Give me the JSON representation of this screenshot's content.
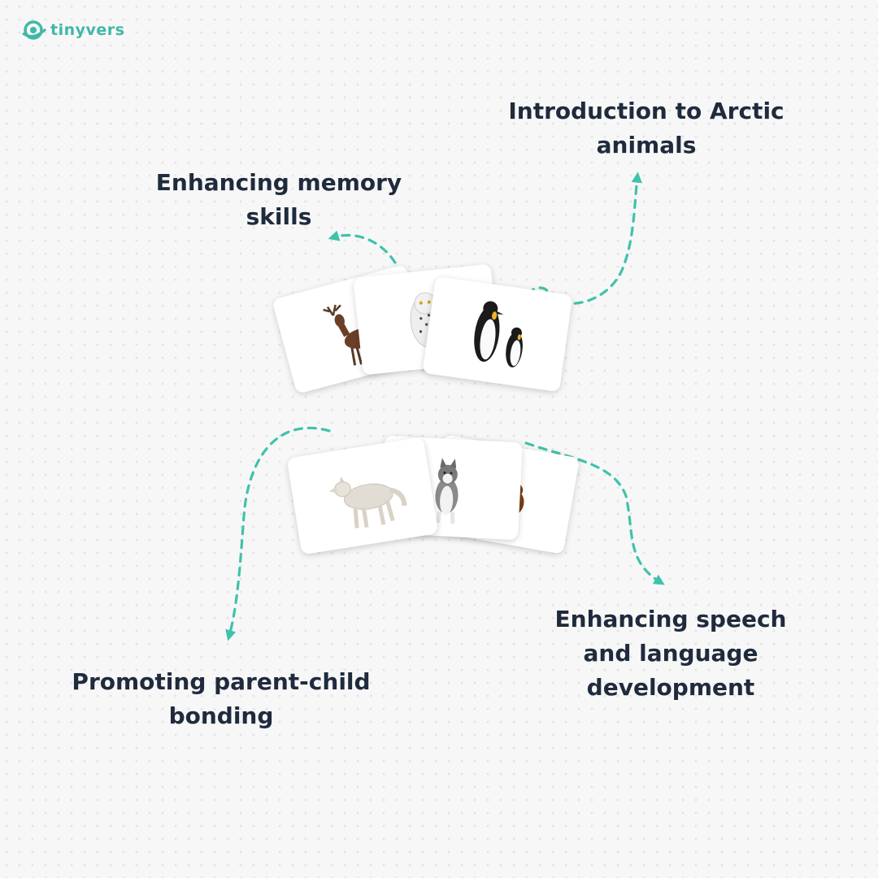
{
  "brand": {
    "name": "tinyvers",
    "logo_icon": "globe-logo-icon",
    "color": "#3fb8a8"
  },
  "labels": {
    "arctic": "Introduction to Arctic\nanimals",
    "memory": "Enhancing memory\nskills",
    "bonding": "Promoting parent-child\nbonding",
    "speech": "Enhancing speech\nand language\ndevelopment"
  },
  "colors": {
    "text": "#1f2b3d",
    "arrow": "#3fc2ab",
    "background": "#f7f7f7"
  },
  "cards": {
    "top_row": [
      "deer",
      "snowy-owl",
      "penguins"
    ],
    "bottom_row": [
      "brown-bear",
      "husky",
      "arctic-wolf"
    ]
  }
}
